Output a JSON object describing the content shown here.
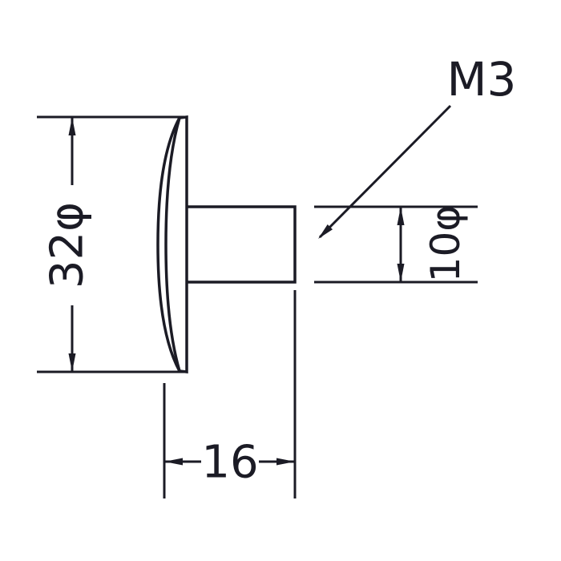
{
  "drawing": {
    "line_color": "#1b1b25",
    "background_color": "#ffffff",
    "labels": {
      "thread": "M3",
      "cap_diameter": "32φ",
      "stem_diameter": "10φ",
      "depth": "16"
    }
  }
}
